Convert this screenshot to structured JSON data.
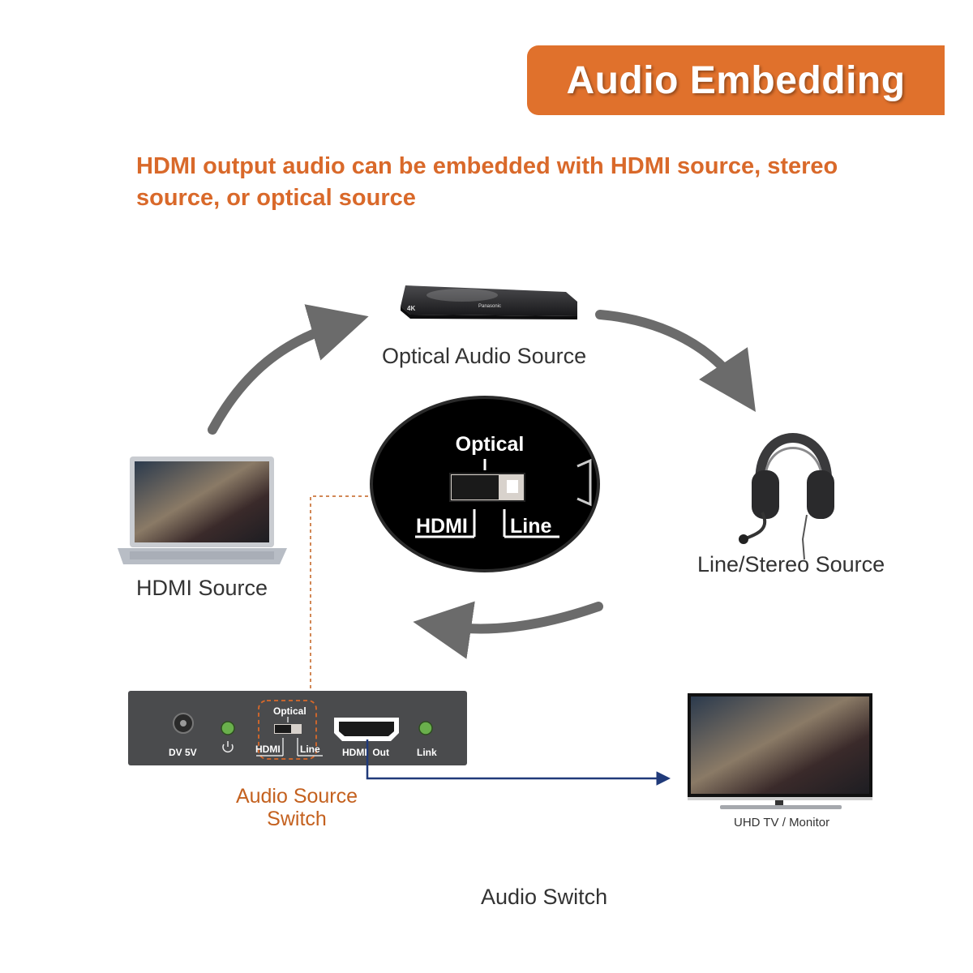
{
  "banner": {
    "title": "Audio Embedding",
    "color": "#e0712c"
  },
  "subtitle": "HDMI output audio can be embedded with HDMI source, stereo source, or optical source",
  "nodes": {
    "optical": "Optical Audio Source",
    "line": "Line/Stereo Source",
    "hdmi": "HDMI Source",
    "tv": "UHD TV / Monitor"
  },
  "zoom_switch": {
    "top": "Optical",
    "left": "HDMI",
    "right": "Line"
  },
  "device": {
    "power": "DV 5V",
    "switch_top": "Optical",
    "switch_left": "HDMI",
    "switch_right": "Line",
    "hdmi_out": "HDMI  Out",
    "link": "Link"
  },
  "callout": {
    "line1": "Audio Source",
    "line2": "Switch"
  },
  "caption": "Audio Switch",
  "blu_ray": {
    "brand": "Panasonic",
    "badge": "4K"
  }
}
